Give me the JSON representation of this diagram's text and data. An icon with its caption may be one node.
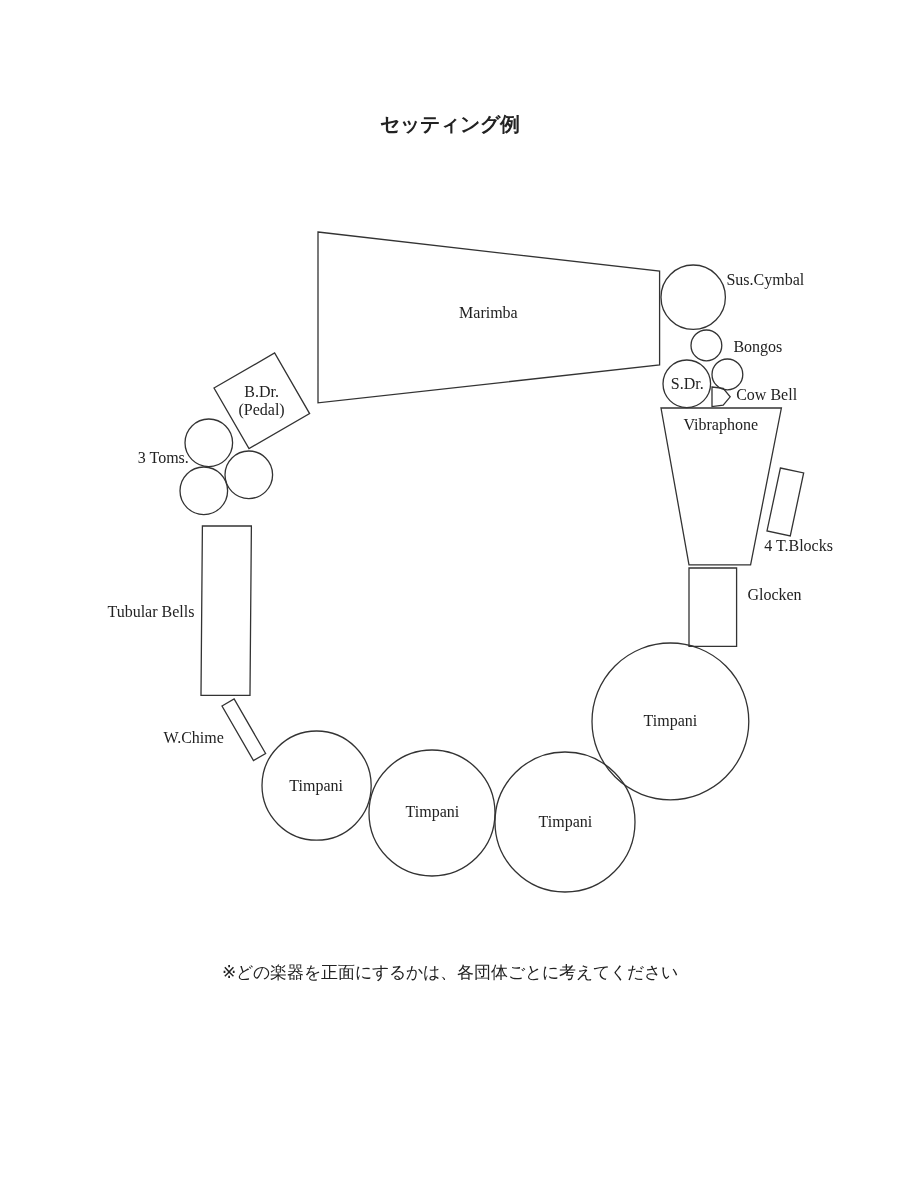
{
  "diagram": {
    "title": "セッティング例",
    "caption": "※どの楽器を正面にするかは、各団体ごとに考えてください",
    "nodes": [
      {
        "text": [
          "Marimba"
        ]
      },
      {
        "text": [],
        "shape": "circle",
        "beside": [
          "Sus.Cymbal"
        ]
      },
      {
        "text": [],
        "shape": "circle",
        "beside": [
          "Bongos"
        ]
      },
      {
        "text": [],
        "shape": "circle"
      },
      {
        "text": [
          "B.Dr. (Pedal)"
        ]
      },
      {
        "text": [
          "S.Dr."
        ]
      },
      {
        "text": [],
        "shape": "box",
        "beside": [
          "Cow Bell"
        ]
      },
      {
        "text": [],
        "shape": "circle",
        "beside": [
          "3 Toms."
        ]
      },
      {
        "text": [],
        "shape": "circle"
      },
      {
        "text": [],
        "shape": "circle"
      },
      {
        "text": [
          "Vibraphone"
        ]
      },
      {
        "text": [],
        "shape": "box",
        "beside": [
          "4 T.Blocks"
        ]
      },
      {
        "text": [],
        "shape": "box",
        "beside": [
          "Tubular Bells"
        ]
      },
      {
        "text": [],
        "shape": "box",
        "beside": [
          "Glocken"
        ]
      },
      {
        "text": [
          "Timpani"
        ]
      },
      {
        "text": [],
        "shape": "box",
        "beside": [
          "W.Chime"
        ]
      },
      {
        "text": [
          "Timpani"
        ]
      },
      {
        "text": [
          "Timpani"
        ]
      },
      {
        "text": [
          "Timpani"
        ]
      }
    ]
  }
}
